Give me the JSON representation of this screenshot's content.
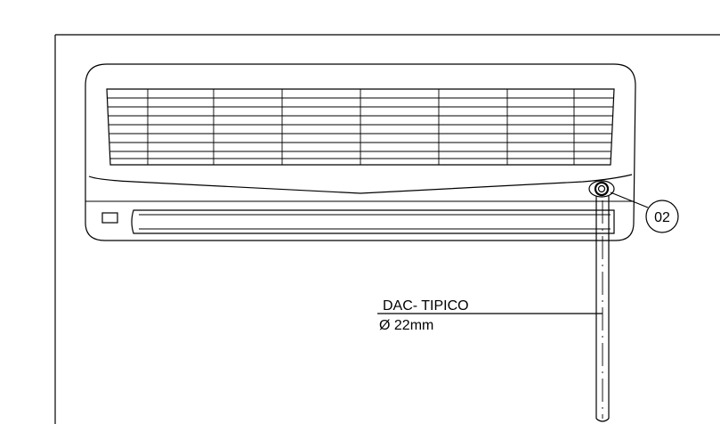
{
  "annotation": {
    "label_line1": "DAC- TIPICO",
    "label_line2": "Ø 22mm"
  },
  "callout": {
    "number": "02"
  }
}
